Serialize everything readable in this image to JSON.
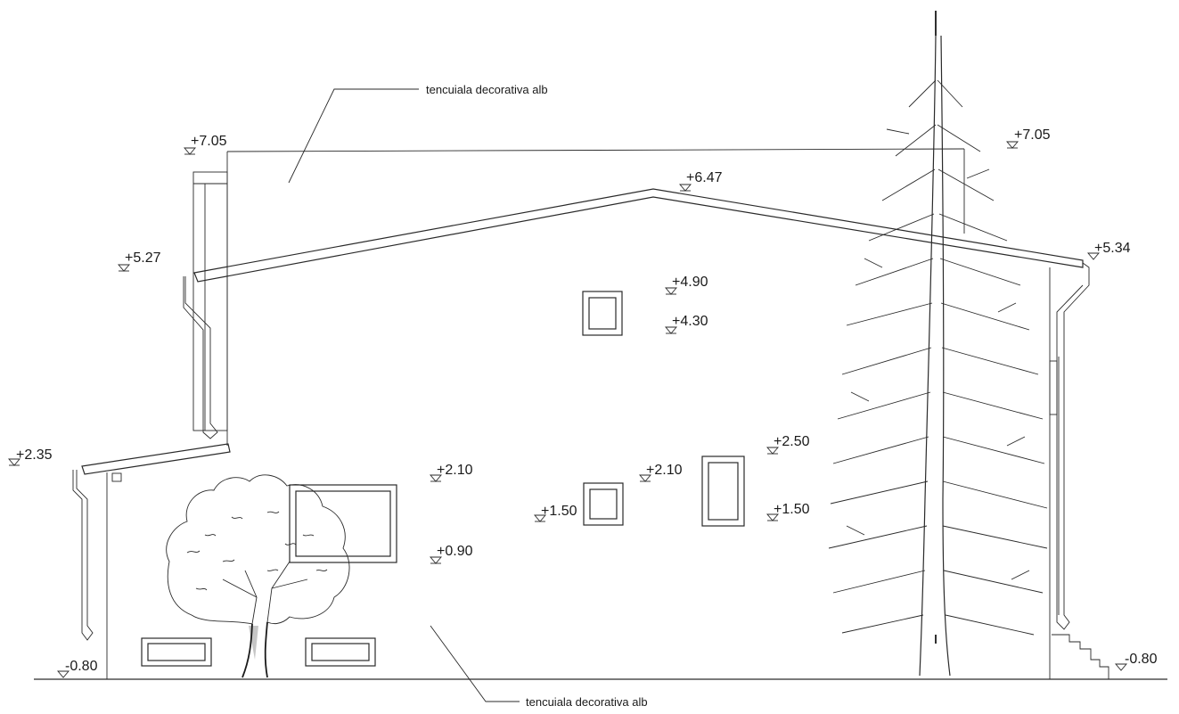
{
  "annotations": {
    "top_note": "tencuiala decorativa alb",
    "bottom_note": "tencuiala decorativa alb"
  },
  "levels": [
    {
      "id": "lvl-705-left",
      "text": "+7.05"
    },
    {
      "id": "lvl-705-right",
      "text": "+7.05"
    },
    {
      "id": "lvl-647",
      "text": "+6.47"
    },
    {
      "id": "lvl-527",
      "text": "+5.27"
    },
    {
      "id": "lvl-534",
      "text": "+5.34"
    },
    {
      "id": "lvl-490",
      "text": "+4.90"
    },
    {
      "id": "lvl-430",
      "text": "+4.30"
    },
    {
      "id": "lvl-235",
      "text": "+2.35"
    },
    {
      "id": "lvl-210-a",
      "text": "+2.10"
    },
    {
      "id": "lvl-210-b",
      "text": "+2.10"
    },
    {
      "id": "lvl-250",
      "text": "+2.50"
    },
    {
      "id": "lvl-150-a",
      "text": "+1.50"
    },
    {
      "id": "lvl-150-b",
      "text": "+1.50"
    },
    {
      "id": "lvl-090",
      "text": "+0.90"
    },
    {
      "id": "lvl-080-left",
      "text": "-0.80"
    },
    {
      "id": "lvl-080-right",
      "text": "-0.80"
    }
  ],
  "icons": {
    "level_marker": "level-triangle-icon",
    "tree": "deciduous-tree-icon",
    "conifer": "conifer-tree-icon"
  }
}
